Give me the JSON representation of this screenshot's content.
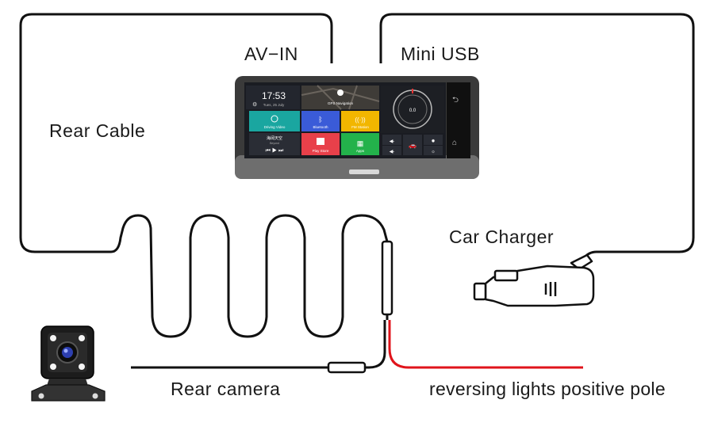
{
  "labels": {
    "rear_cable": "Rear Cable",
    "av_in": "AV−IN",
    "mini_usb": "Mini USB",
    "car_charger": "Car Charger",
    "rear_camera": "Rear camera",
    "reversing": "reversing lights positive pole"
  },
  "screen": {
    "time": "17:53",
    "date": "Tues, 25 July",
    "gps": "GPS Navigation",
    "tiles": [
      "Driving Video",
      "Bluetooth",
      "FM Station",
      "Play Store",
      "Apps"
    ],
    "music_title": "海阔天空",
    "music_sub": "Beyond",
    "speed": "0.0"
  },
  "colors": {
    "wire": "#111111",
    "positive_wire": "#e0141b",
    "tile_driving": "#1aa6a0",
    "tile_bluetooth": "#3a5bd8",
    "tile_fm": "#f2b600",
    "tile_play": "#e8404a",
    "tile_apps": "#23b24b"
  }
}
